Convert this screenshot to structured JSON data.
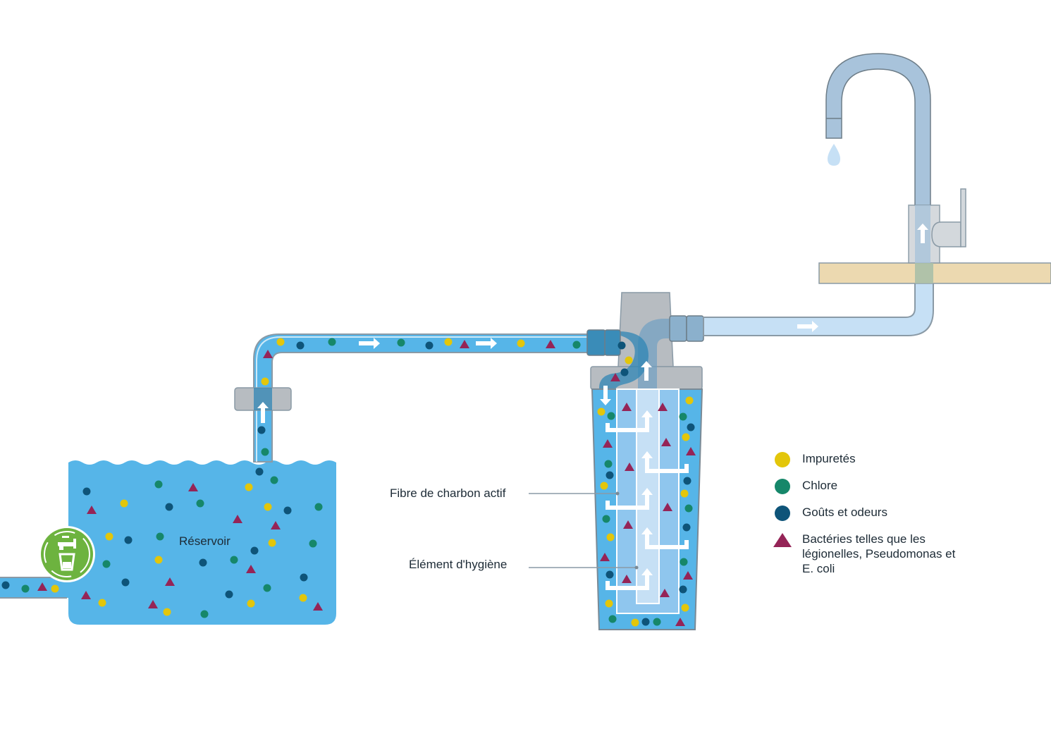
{
  "labels": {
    "reservoir": "Réservoir",
    "fibre": "Fibre de charbon actif",
    "hygiene": "Élément d'hygiène"
  },
  "legend": [
    {
      "symbol": "circle",
      "color": "#e3c60a",
      "label": "Impuretés"
    },
    {
      "symbol": "circle",
      "color": "#16876a",
      "label": "Chlore"
    },
    {
      "symbol": "circle",
      "color": "#0e5479",
      "label": "Goûts et odeurs"
    },
    {
      "symbol": "triangle",
      "color": "#952457",
      "label": "Bactéries telles que les\nlégionelles, Pseudomonas et\nE. coli"
    }
  ],
  "icons": {
    "logo": "drinking-water-tap-icon",
    "drop": "water-drop-icon",
    "arrow": "flow-arrow-icon"
  },
  "colors": {
    "water": "#56b5e8",
    "water_light": "#c6e0f5",
    "faucet": "#a8c3db",
    "housing": "#b7bcc1",
    "countertop": "#ecd9b0",
    "logo_green": "#6db33f"
  }
}
